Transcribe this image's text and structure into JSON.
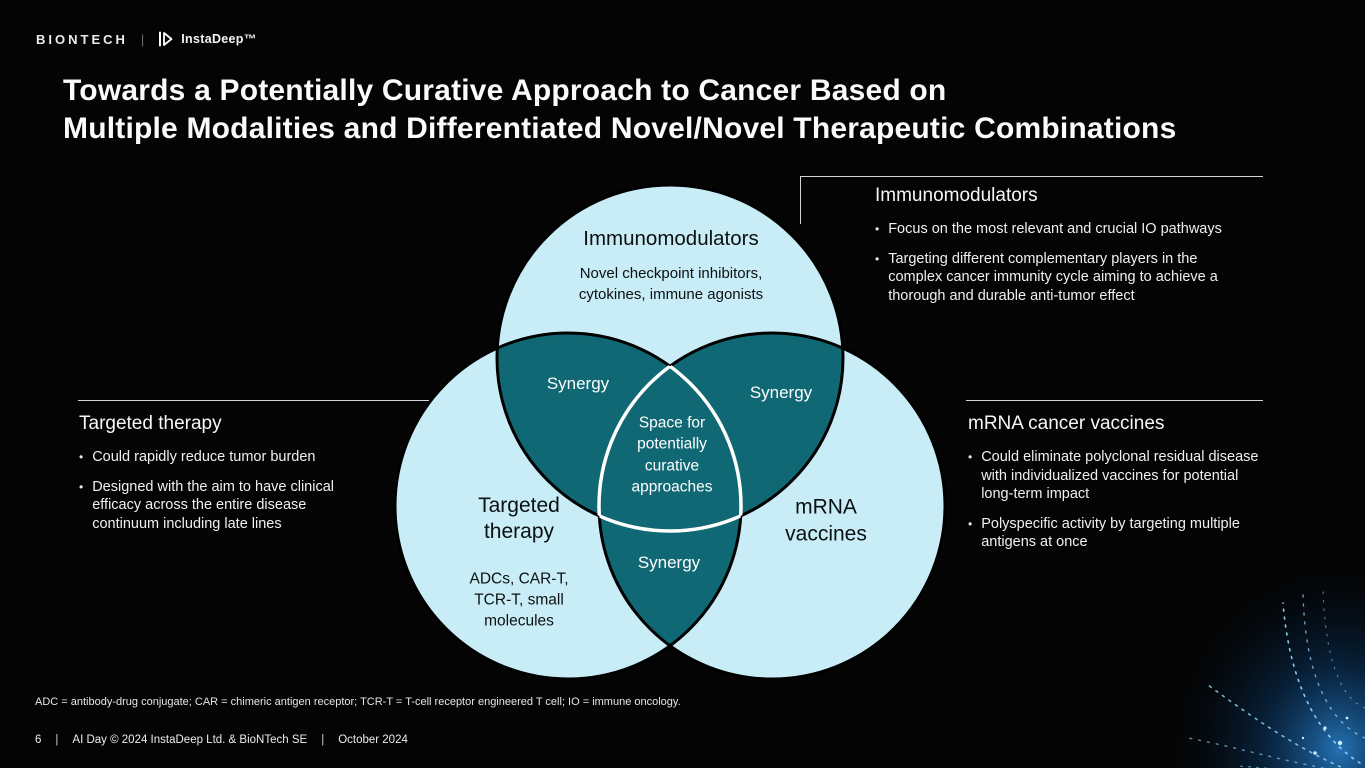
{
  "header": {
    "biontech": "BIONTECH",
    "divider": "|",
    "instadeep": "InstaDeep™"
  },
  "title": {
    "line1": "Towards a Potentially Curative Approach to Cancer Based on",
    "line2": "Multiple Modalities and Differentiated Novel/Novel Therapeutic Combinations"
  },
  "glyphs": {
    "bullet": "•"
  },
  "venn": {
    "colors": {
      "circle": "#c9edf6",
      "overlap": "#0f6873",
      "outline": "#000000",
      "center_outline": "#ffffff"
    },
    "top": {
      "label": "Immunomodulators",
      "sublabel": "Novel checkpoint inhibitors,\ncytokines, immune agonists"
    },
    "left": {
      "label": "Targeted\ntherapy",
      "sublabel": "ADCs, CAR-T,\nTCR-T, small\nmolecules"
    },
    "right": {
      "label": "mRNA\nvaccines"
    },
    "synergy_top_left": "Synergy",
    "synergy_top_right": "Synergy",
    "synergy_bottom": "Synergy",
    "center_label": "Space for\npotentially\ncurative\napproaches"
  },
  "callouts": {
    "immunomodulators": {
      "heading": "Immunomodulators",
      "bullets": [
        "Focus on the most relevant and crucial IO pathways",
        "Targeting different complementary players in the complex cancer immunity cycle aiming to achieve a thorough and durable anti-tumor effect"
      ]
    },
    "targeted_therapy": {
      "heading": "Targeted therapy",
      "bullets": [
        "Could rapidly reduce tumor burden",
        "Designed with the aim to have clinical efficacy across the entire disease continuum including late lines"
      ]
    },
    "mrna": {
      "heading": "mRNA cancer vaccines",
      "bullets": [
        "Could eliminate polyclonal residual disease with individualized vaccines for potential long-term impact",
        "Polyspecific activity by targeting multiple antigens at once"
      ]
    }
  },
  "footnote": "ADC = antibody-drug conjugate; CAR = chimeric antigen receptor; TCR-T = T-cell receptor engineered T cell; IO = immune oncology.",
  "footer": {
    "page_number": "6",
    "separator": "|",
    "credit": "AI Day © 2024 InstaDeep Ltd. & BioNTech SE",
    "date": "October 2024"
  }
}
